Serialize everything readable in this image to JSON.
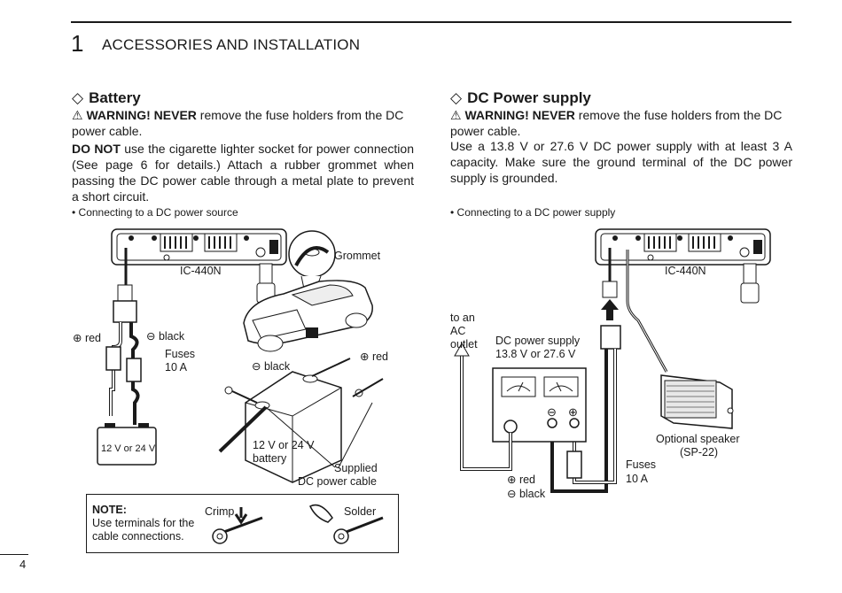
{
  "header": {
    "chapter_number": "1",
    "chapter_title": "ACCESSORIES AND INSTALLATION"
  },
  "battery": {
    "heading": "Battery",
    "warning_bold": "WARNING! NEVER",
    "warning_text": " remove the fuse holders from the DC power cable.",
    "donot_bold": "DO NOT",
    "donot_text": " use the cigarette lighter socket for power connection (See page 6 for details.) Attach a rubber grommet when passing the DC power cable through a metal plate to prevent a short circuit.",
    "bullet": "• Connecting to a DC power source",
    "labels": {
      "radio": "IC-440N",
      "grommet": "Grommet",
      "plus_red": "⊕ red",
      "minus_black": "⊖ black",
      "fuses": "Fuses",
      "fuses_value": "10 A",
      "battery_box": "12 V or 24 V",
      "batt_minus_black": "⊖ black",
      "batt_plus_red": "⊕ red",
      "batt_voltage": "12 V or 24 V",
      "batt_word": "battery",
      "supplied": "Supplied",
      "dc_cable": "DC power cable"
    }
  },
  "note": {
    "title": "NOTE:",
    "line1": "Use terminals for the",
    "line2": "cable connections.",
    "crimp": "Crimp",
    "solder": "Solder"
  },
  "dcps": {
    "heading": "DC Power supply",
    "warning_bold": "WARNING! NEVER",
    "warning_text": " remove the fuse holders from the DC power cable.",
    "body": "Use a 13.8 V or 27.6 V DC power supply with at least 3 A capacity. Make sure the ground terminal of the DC power supply is grounded.",
    "bullet": "• Connecting to a DC power supply",
    "labels": {
      "radio": "IC-440N",
      "to_an": "to an",
      "ac": "AC",
      "outlet": "outlet",
      "psu_title": "DC  power  supply",
      "psu_volts": "13.8 V or 27.6 V",
      "optional_speaker": "Optional speaker",
      "speaker_model": "(SP-22)",
      "fuses": "Fuses",
      "fuses_value": "10 A",
      "plus_red": "⊕ red",
      "minus_black": "⊖ black"
    }
  },
  "page_number": "4"
}
